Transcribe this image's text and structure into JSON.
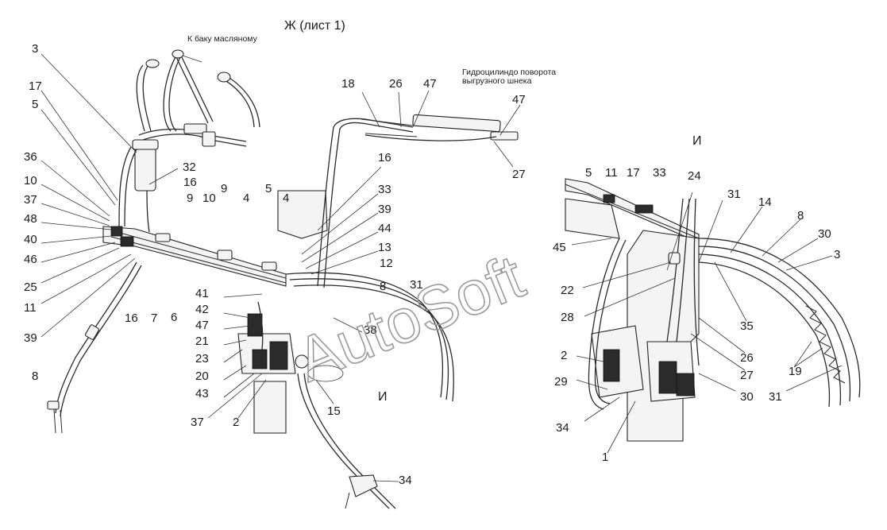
{
  "title": "Ж (лист 1)",
  "note_tank": "К баку масляному",
  "note_cyl_1": "Гидроцилиндо поворота",
  "note_cyl_2": "выгрузного шнека",
  "view_label": "И",
  "view_label_ref": "И",
  "watermark": "AutoSoft",
  "labels_left": [
    "3",
    "17",
    "5",
    "36",
    "10",
    "37",
    "48",
    "40",
    "46",
    "25",
    "11",
    "39",
    "8",
    "16",
    "7",
    "6",
    "32",
    "16",
    "9",
    "10",
    "9",
    "4",
    "5",
    "4",
    "18",
    "26",
    "47",
    "47",
    "27",
    "16",
    "33",
    "39",
    "44",
    "13",
    "12",
    "8",
    "31",
    "41",
    "42",
    "47",
    "21",
    "23",
    "20",
    "43",
    "37",
    "2",
    "15",
    "38",
    "34"
  ],
  "labels_right": [
    "5",
    "11",
    "17",
    "33",
    "24",
    "31",
    "14",
    "8",
    "30",
    "3",
    "45",
    "22",
    "28",
    "2",
    "29",
    "34",
    "1",
    "35",
    "26",
    "27",
    "30",
    "19",
    "31"
  ]
}
